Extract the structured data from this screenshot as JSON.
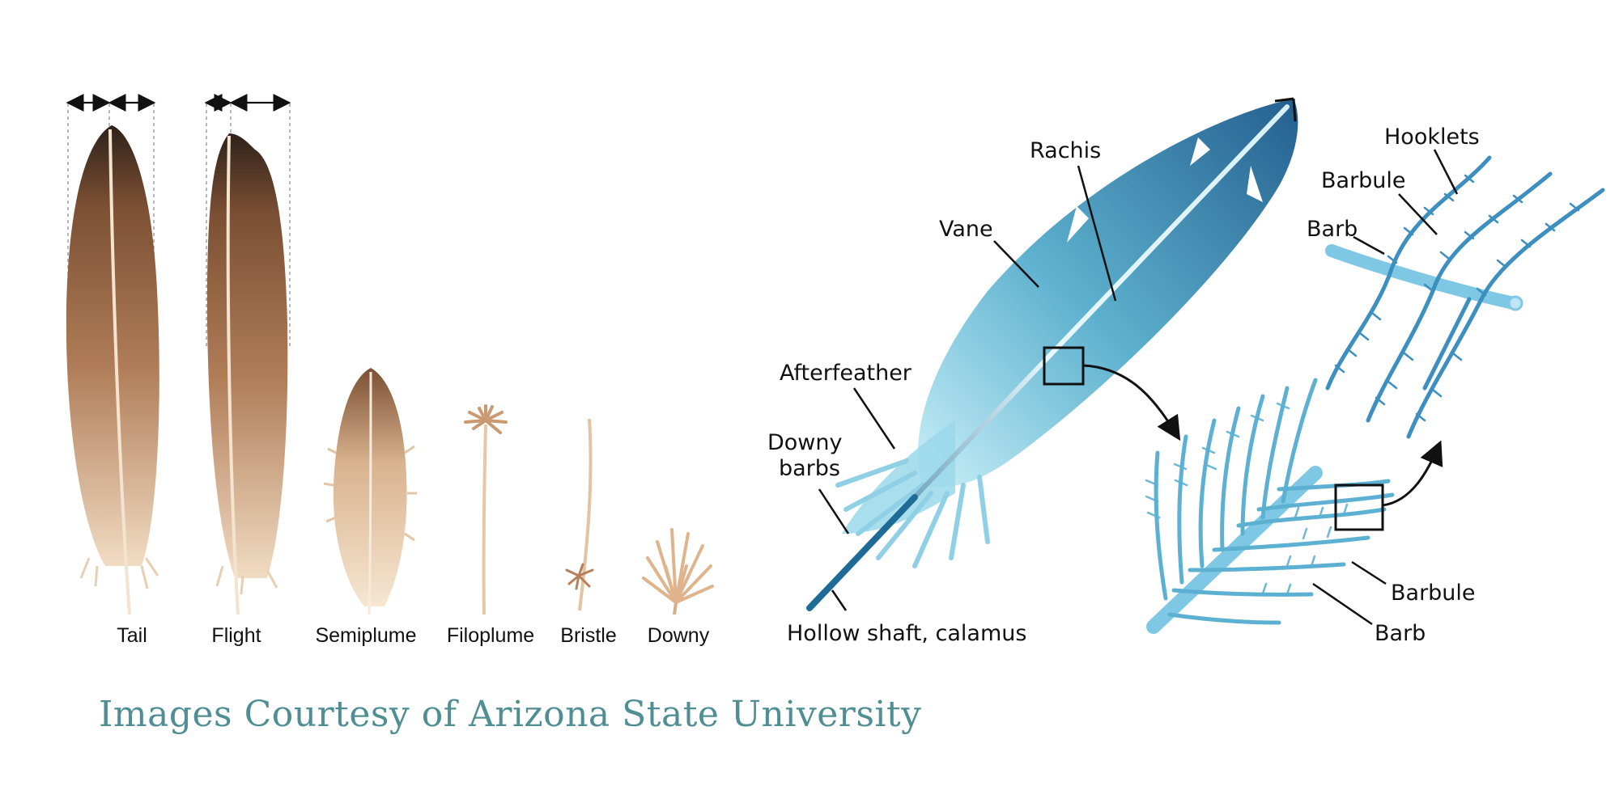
{
  "feather_types": [
    "Tail",
    "Flight",
    "Semiplume",
    "Filoplume",
    "Bristle",
    "Downy"
  ],
  "feather_parts": {
    "rachis": "Rachis",
    "vane": "Vane",
    "afterfeather": "Afterfeather",
    "downy_barbs_line1": "Downy",
    "downy_barbs_line2": "barbs",
    "calamus": "Hollow shaft, calamus"
  },
  "microstructure": {
    "hooklets": "Hooklets",
    "barbule_top": "Barbule",
    "barb_top": "Barb",
    "barbule_bottom": "Barbule",
    "barb_bottom": "Barb"
  },
  "credit": "Images Courtesy of Arizona State University",
  "colors": {
    "brown_dark": "#3b2a20",
    "brown_mid": "#8a5a3a",
    "tan_light": "#f1dcc3",
    "blue_dark": "#2a6b96",
    "blue_light": "#bfeaf5",
    "credit_teal": "#4f8e93"
  }
}
